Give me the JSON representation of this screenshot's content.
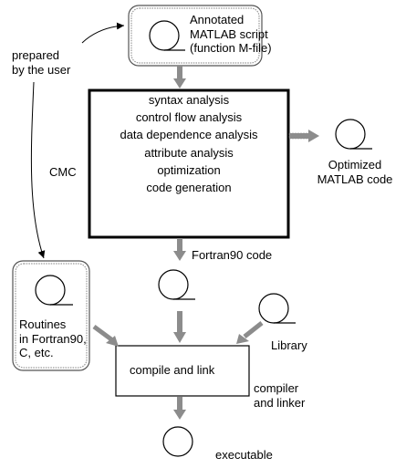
{
  "labels": {
    "source_script": [
      "Annotated",
      "MATLAB script",
      "(function M-file)"
    ],
    "prepared_by_user": [
      "prepared",
      "by the user"
    ],
    "cmc": "CMC",
    "cmc_stages": [
      "syntax analysis",
      "control flow analysis",
      "data dependence analysis",
      "attribute analysis",
      "optimization",
      "code generation"
    ],
    "optimized_output": [
      "Optimized",
      "MATLAB code"
    ],
    "fortran90_code": "Fortran90 code",
    "routines": [
      "Routines",
      "in Fortran90,",
      "C, etc."
    ],
    "library": "Library",
    "compile_link": "compile and link",
    "compiler_linker": [
      "compiler",
      "and linker"
    ],
    "executable": "executable"
  },
  "colors": {
    "stroke": "#000000",
    "rounded_box_border": "#7a7a7a",
    "arrow_fill": "#8c8c8c"
  }
}
